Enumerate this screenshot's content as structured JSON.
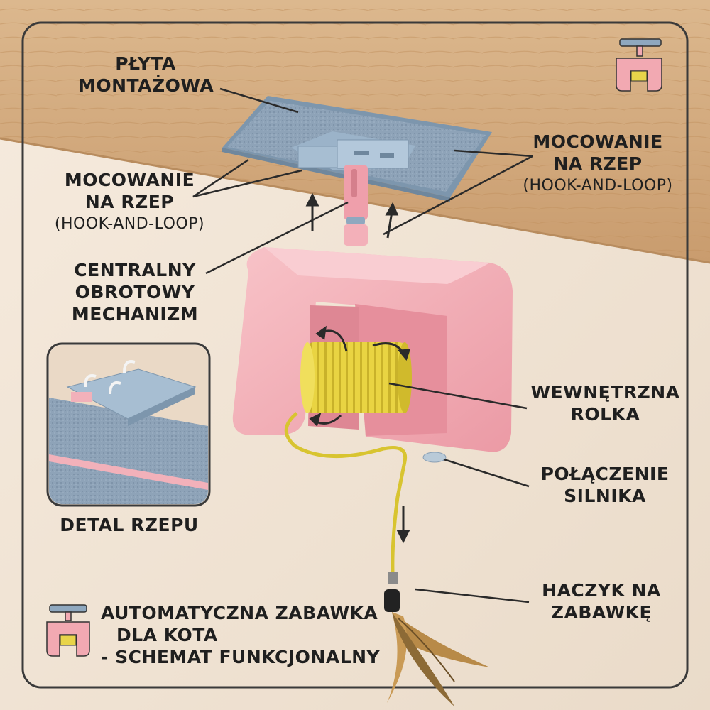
{
  "labels": {
    "mounting_plate": [
      "PŁYTA",
      "MONTAŻOWA"
    ],
    "velcro_left": [
      "MOCOWANIE",
      "NA RZEP",
      "(HOOK-AND-LOOP)"
    ],
    "velcro_right": [
      "MOCOWANIE",
      "NA RZEP",
      "(HOOK-AND-LOOP)"
    ],
    "swivel": [
      "CENTRALNY",
      "OBROTOWY",
      "MECHANIZM"
    ],
    "spool": [
      "WEWNĘTRZNA",
      "ROLKA"
    ],
    "motor": [
      "POŁĄCZENIE",
      "SILNIKA"
    ],
    "hook": [
      "HACZYK NA",
      "ZABAWKĘ"
    ],
    "detail": "DETAL RZEPU",
    "title": [
      "AUTOMATYCZNA ZABAWKA",
      "DLA KOTA",
      "- SCHEMAT FUNKCJONALNY"
    ]
  },
  "colors": {
    "ceiling": "#d9b48a",
    "wall": "#f0e3d4",
    "plate": "#8fa8bf",
    "housing": "#f2a9b2",
    "spool": "#e8d44a",
    "frame": "#3a3a3a"
  },
  "icons": [
    "toy-logo-icon",
    "rotation-arrow-icon",
    "direction-arrow-icon",
    "feather-icon"
  ]
}
